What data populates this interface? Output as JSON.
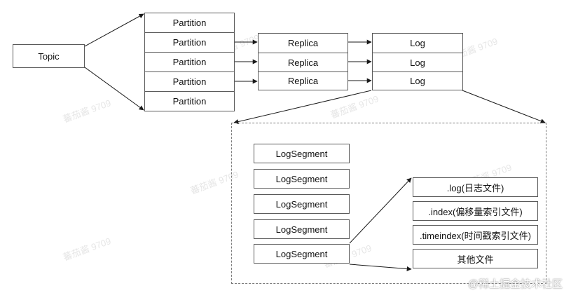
{
  "topic": {
    "label": "Topic"
  },
  "partitions": [
    "Partition",
    "Partition",
    "Partition",
    "Partition",
    "Partition"
  ],
  "replicas": [
    "Replica",
    "Replica",
    "Replica"
  ],
  "logs": [
    "Log",
    "Log",
    "Log"
  ],
  "log_segments": [
    "LogSegment",
    "LogSegment",
    "LogSegment",
    "LogSegment",
    "LogSegment"
  ],
  "segment_files": [
    ".log(日志文件)",
    ".index(偏移量索引文件)",
    ".timeindex(时间戳索引文件)",
    "其他文件"
  ],
  "watermark_text": "蕃茄酱 9709",
  "brand": "@稀土掘金技术社区",
  "colors": {
    "stroke": "#5a5a5a",
    "arrow": "#1a1a1a",
    "dashed": "#7a7a7a"
  }
}
